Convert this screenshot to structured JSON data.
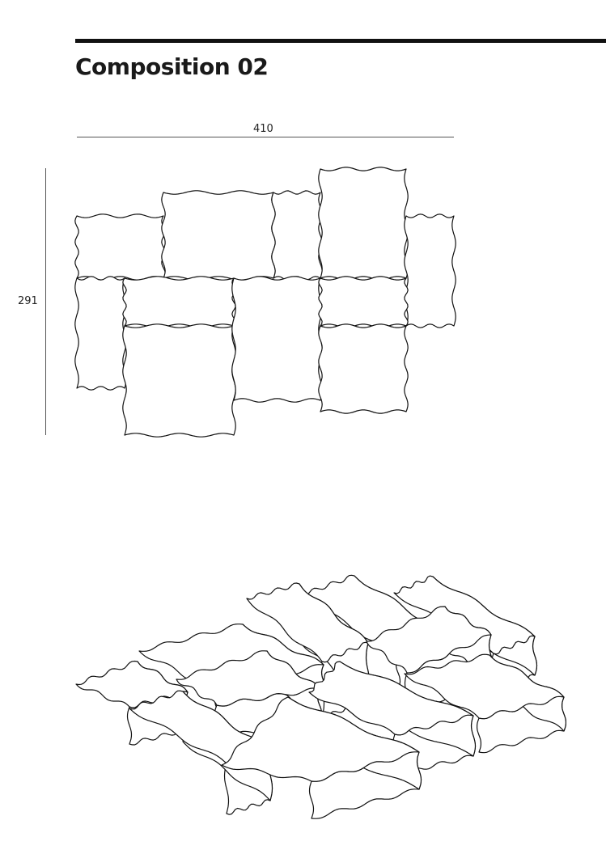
{
  "header": {
    "title": "Composition 02"
  },
  "dimensions": {
    "width_label": "410",
    "height_label": "291"
  }
}
